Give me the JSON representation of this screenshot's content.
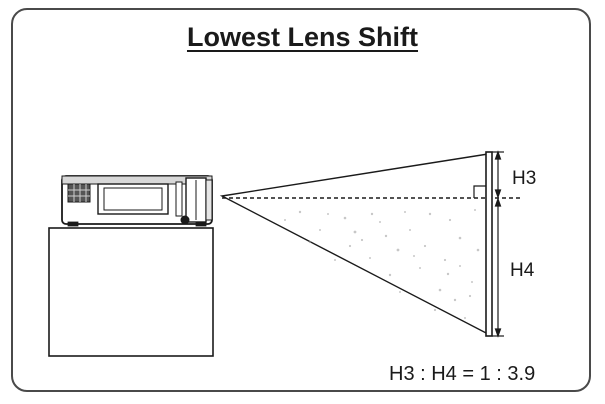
{
  "title": "Lowest Lens Shift",
  "labels": {
    "h3": "H3",
    "h4": "H4"
  },
  "ratio": "H3 : H4 = 1 : 3.9",
  "colors": {
    "line": "#1a1a1a",
    "frame": "#4a4a4a",
    "speckle": "#9a9a9a"
  }
}
